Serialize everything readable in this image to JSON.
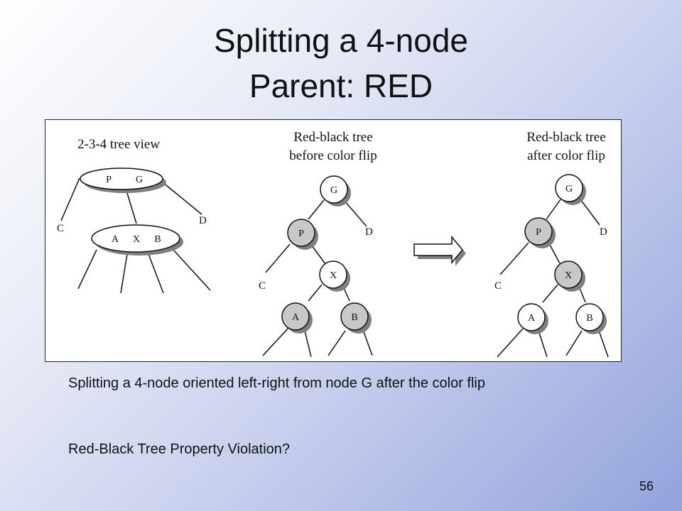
{
  "slide": {
    "title_line1": "Splitting a 4-node",
    "title_line2": "Parent: RED",
    "caption": "Splitting a 4-node oriented left-right from node G after the color flip",
    "question": "Red-Black Tree Property Violation?",
    "page_number": "56"
  },
  "figure": {
    "panel1": {
      "heading": "2-3-4 tree view",
      "top_node": [
        "P",
        "G"
      ],
      "child_node": [
        "A",
        "X",
        "B"
      ],
      "leaf_labels": {
        "left": "C",
        "right": "D"
      }
    },
    "panel2": {
      "heading_line1": "Red-black tree",
      "heading_line2": "before color flip",
      "nodes": {
        "root": "G",
        "p": "P",
        "x": "X",
        "a": "A",
        "b": "B"
      },
      "leaf_labels": {
        "c": "C",
        "d": "D"
      },
      "red_nodes": [
        "P",
        "A",
        "B"
      ]
    },
    "panel3": {
      "heading_line1": "Red-black tree",
      "heading_line2": "after color flip",
      "nodes": {
        "root": "G",
        "p": "P",
        "x": "X",
        "a": "A",
        "b": "B"
      },
      "leaf_labels": {
        "c": "C",
        "d": "D"
      },
      "red_nodes": [
        "P",
        "X"
      ]
    },
    "colors": {
      "red_node_fill": "#c8c8c8",
      "black_node_fill": "#ffffff",
      "shadow": "#7f7f7f"
    }
  }
}
